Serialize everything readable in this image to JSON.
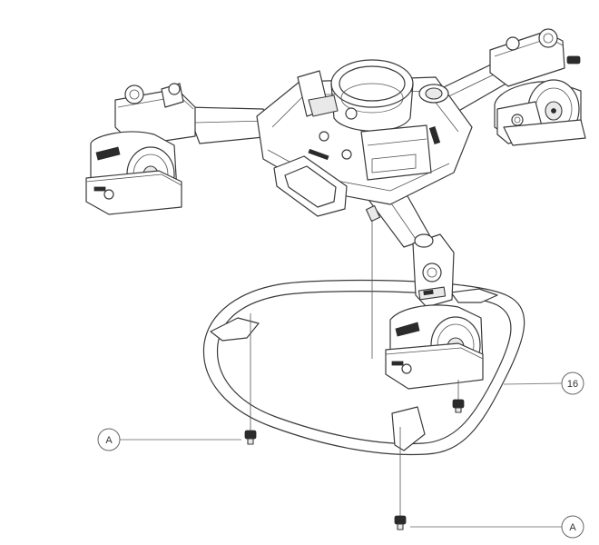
{
  "callouts": [
    {
      "id": "callout-a-left",
      "label": "A"
    },
    {
      "id": "callout-16",
      "label": "16"
    },
    {
      "id": "callout-a-bottom",
      "label": "A"
    }
  ],
  "parts": {
    "ring": "spreader-ring",
    "legs": "three-arm-spider",
    "wheels": "caster-wheel-assembly",
    "screws": "thumb-screw"
  }
}
